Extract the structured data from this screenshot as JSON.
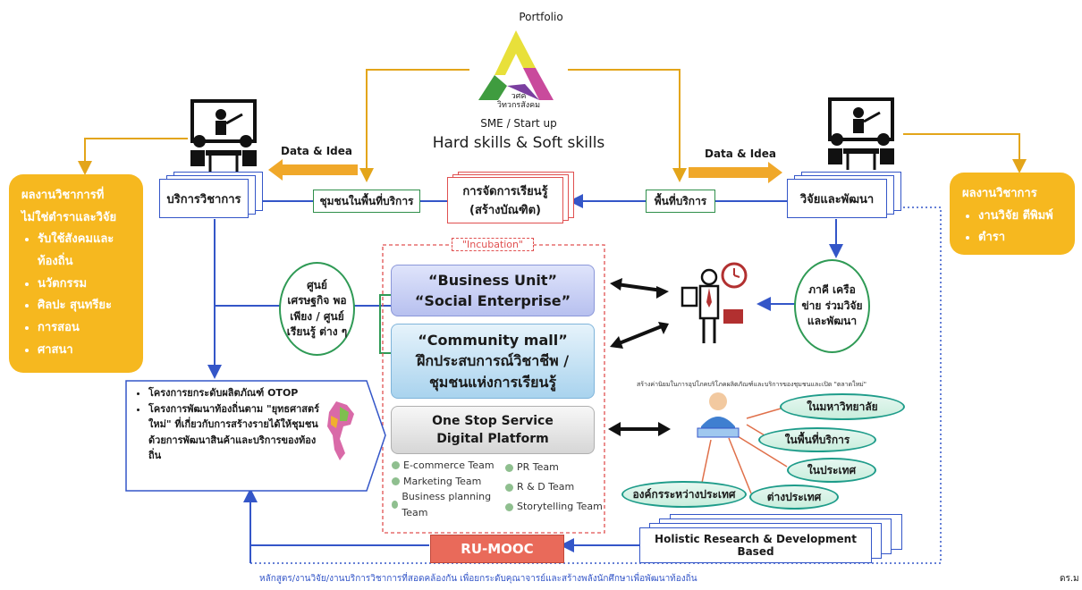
{
  "top": {
    "portfolio": "Portfolio",
    "logo_line1": "วศค",
    "logo_line2": "วิทวกรสังคม",
    "sme": "SME / Start up",
    "skills": "Hard skills & Soft skills"
  },
  "left_yellow": {
    "title": "ผลงานวิชาการที่ไม่ใช่ตำราและวิจัย",
    "items": [
      "รับใช้สังคมและท้องถิ่น",
      "นวัตกรรม",
      "ศิลปะ สุนทรียะ",
      "การสอน",
      "ศาสนา"
    ]
  },
  "right_yellow": {
    "title": "ผลงานวิชาการ",
    "items": [
      "งานวิจัย ตีพิมพ์",
      "ตำรา"
    ]
  },
  "flow": {
    "data_idea_left": "Data & Idea",
    "data_idea_right": "Data & Idea",
    "academic_service": "บริการวิชาการ",
    "community": "ชุมชนในพื้นที่บริการ",
    "learning_mgmt": "การจัดการเรียนรู้",
    "learning_mgmt2": "(สร้างบัณฑิต)",
    "service_area": "พื้นที่บริการ",
    "research": "วิจัยและพัฒนา"
  },
  "incubation": {
    "label": "\"Incubation\"",
    "panel1_line1": "“Business Unit”",
    "panel1_line2": "“Social Enterprise”",
    "panel2_line1": "“Community mall”",
    "panel2_line2": "ฝึกประสบการณ์วิชาชีพ /",
    "panel2_line3": "ชุมชนแห่งการเรียนรู้",
    "panel3_line1": "One Stop Service",
    "panel3_line2": "Digital Platform",
    "teams_left": [
      "E-commerce Team",
      "Marketing Team",
      "Business planning Team"
    ],
    "teams_right": [
      "PR Team",
      "R & D Team",
      "Storytelling Team"
    ]
  },
  "left_circle": "ศูนย์ เศรษฐกิจ พอเพียง / ศูนย์เรียนรู้ ต่าง ๆ",
  "right_circle": "ภาคี เครือข่าย ร่วมวิจัย และพัฒนา",
  "projects": [
    "โครงการยกระดับผลิตภัณฑ์ OTOP",
    "โครงการพัฒนาท้องถิ่นตาม \"ยุทธศาสตร์ใหม่\" ที่เกี่ยวกับการสร้างรายได้ให้ชุมชนด้วยการพัฒนาสินค้าและบริการของท้องถิ่น"
  ],
  "market": {
    "caption": "สร้างค่านิยมในการอุปโภคบริโภคผลิตภัณฑ์และบริการของชุมชนและเปิด \"ตลาดใหม่\"",
    "ovals": [
      "ในมหาวิทยาลัย",
      "ในพื้นที่บริการ",
      "ในประเทศ",
      "ต่างประเทศ",
      "องค์กรระหว่างประเทศ"
    ]
  },
  "bottom": {
    "mooc": "RU-MOOC",
    "holistic": "Holistic Research & Development Based",
    "footer": "หลักสูตร/งานวิจัย/งานบริการวิชาการที่สอดคล้องกัน เพื่อยกระดับคุณาจารย์และสร้างพลังนักศึกษาเพื่อพัฒนาท้องถิ่น",
    "author": "ดร.ม"
  },
  "colors": {
    "yellow": "#f6b81f",
    "blue_line": "#3456c8",
    "green": "#2f9a55",
    "red_dash": "#e05050",
    "mooc_red": "#e96a5a"
  }
}
